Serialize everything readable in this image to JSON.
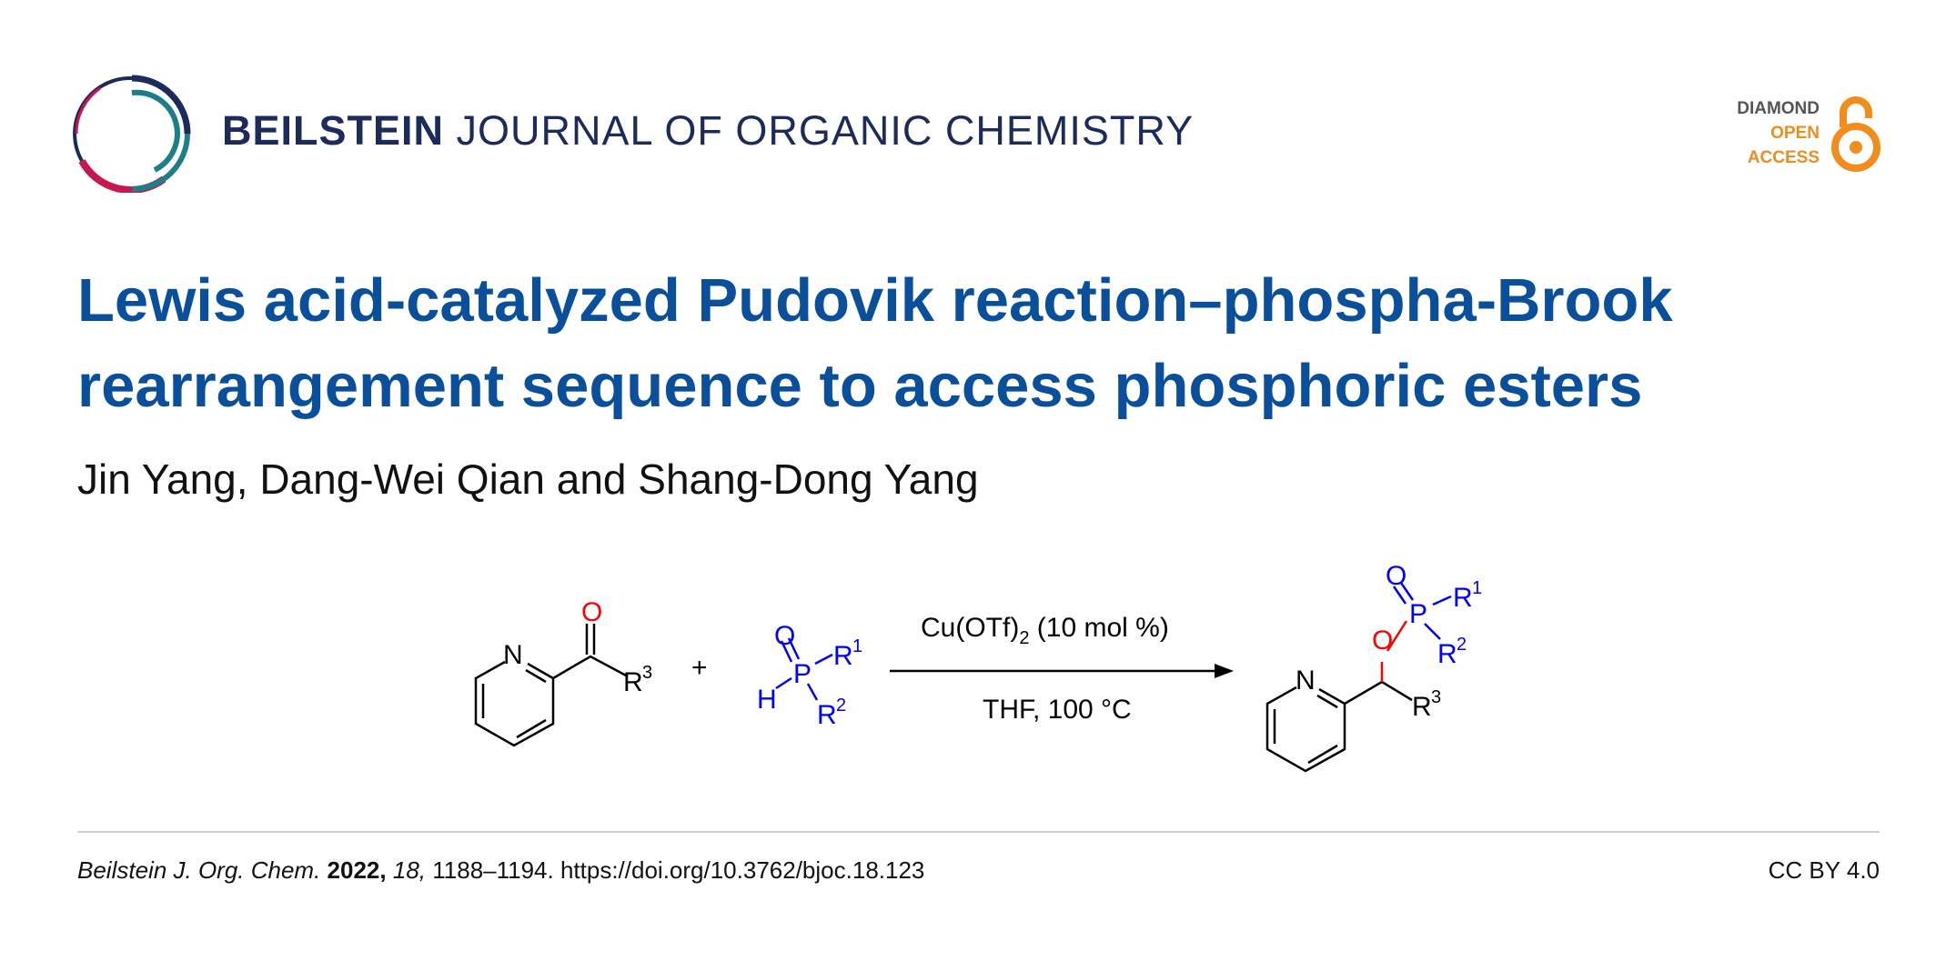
{
  "header": {
    "journal_bold": "BEILSTEIN",
    "journal_rest": " JOURNAL OF ORGANIC CHEMISTRY",
    "oa_line1": "DIAMOND",
    "oa_line2": "OPEN",
    "oa_line3": "ACCESS"
  },
  "article": {
    "title": "Lewis acid-catalyzed Pudovik reaction–phospha-Brook rearrangement sequence to access phosphoric esters",
    "authors": "Jin Yang, Dang-Wei Qian and Shang-Dong Yang"
  },
  "scheme": {
    "N": "N",
    "O": "O",
    "R1": "R",
    "R2": "R",
    "R3": "R",
    "sup1": "1",
    "sup2": "2",
    "sup3": "3",
    "P": "P",
    "H": "H",
    "plus": "+",
    "cond_top": "Cu(OTf)",
    "cond_sub": "2",
    "cond_top2": " (10 mol %)",
    "cond_bottom": "THF, 100 °C"
  },
  "footer": {
    "journal": "Beilstein J. Org. Chem.",
    "year": "2022,",
    "volume": "18,",
    "rest": " 1188–1194. https://doi.org/10.3762/bjoc.18.123",
    "license": "CC BY 4.0"
  },
  "colors": {
    "navy": "#1d2b5c",
    "title": "#0a4f9c",
    "orange": "#f28c1c",
    "blue": "#0000ff",
    "red": "#ff0000"
  }
}
